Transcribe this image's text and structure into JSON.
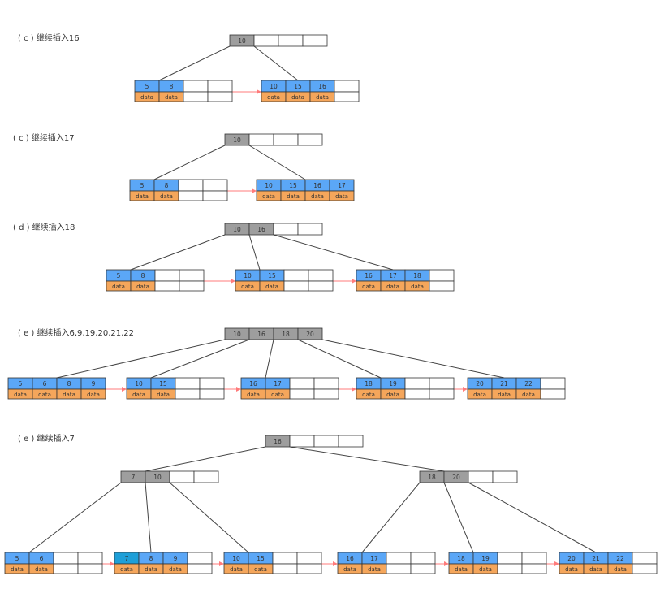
{
  "colors": {
    "key_fill": "#5ba7f7",
    "key_new": "#1e9fd8",
    "data_fill": "#f5a65b",
    "internal_fill": "#9e9e9e",
    "stroke": "#333333",
    "edge": "#444444",
    "link": "#ff7b7b"
  },
  "data_label": "data",
  "panels": [
    {
      "caption": "( c ) 继续插入16",
      "internal": [
        {
          "keys": [
            "10"
          ]
        }
      ],
      "leaves": [
        {
          "keys": [
            "5",
            "8"
          ]
        },
        {
          "keys": [
            "10",
            "15",
            "16"
          ]
        }
      ]
    },
    {
      "caption": "( c ) 继续插入17",
      "internal": [
        {
          "keys": [
            "10"
          ]
        }
      ],
      "leaves": [
        {
          "keys": [
            "5",
            "8"
          ]
        },
        {
          "keys": [
            "10",
            "15",
            "16",
            "17"
          ]
        }
      ]
    },
    {
      "caption": "( d ) 继续插入18",
      "internal": [
        {
          "keys": [
            "10",
            "16"
          ]
        }
      ],
      "leaves": [
        {
          "keys": [
            "5",
            "8"
          ]
        },
        {
          "keys": [
            "10",
            "15"
          ]
        },
        {
          "keys": [
            "16",
            "17",
            "18"
          ]
        }
      ]
    },
    {
      "caption": "( e ) 继续插入6,9,19,20,21,22",
      "internal": [
        {
          "keys": [
            "10",
            "16",
            "18",
            "20"
          ]
        }
      ],
      "leaves": [
        {
          "keys": [
            "5",
            "6",
            "8",
            "9"
          ]
        },
        {
          "keys": [
            "10",
            "15"
          ]
        },
        {
          "keys": [
            "16",
            "17"
          ]
        },
        {
          "keys": [
            "18",
            "19"
          ]
        },
        {
          "keys": [
            "20",
            "21",
            "22"
          ]
        }
      ]
    },
    {
      "caption": "( e ) 继续插入7",
      "internal": [
        {
          "keys": [
            "16"
          ]
        },
        {
          "keys": [
            "7",
            "10"
          ]
        },
        {
          "keys": [
            "18",
            "20"
          ]
        }
      ],
      "leaves": [
        {
          "keys": [
            "5",
            "6"
          ]
        },
        {
          "keys": [
            "7",
            "8",
            "9"
          ]
        },
        {
          "keys": [
            "10",
            "15"
          ]
        },
        {
          "keys": [
            "16",
            "17"
          ]
        },
        {
          "keys": [
            "18",
            "19"
          ]
        },
        {
          "keys": [
            "20",
            "21",
            "22"
          ]
        }
      ]
    }
  ]
}
